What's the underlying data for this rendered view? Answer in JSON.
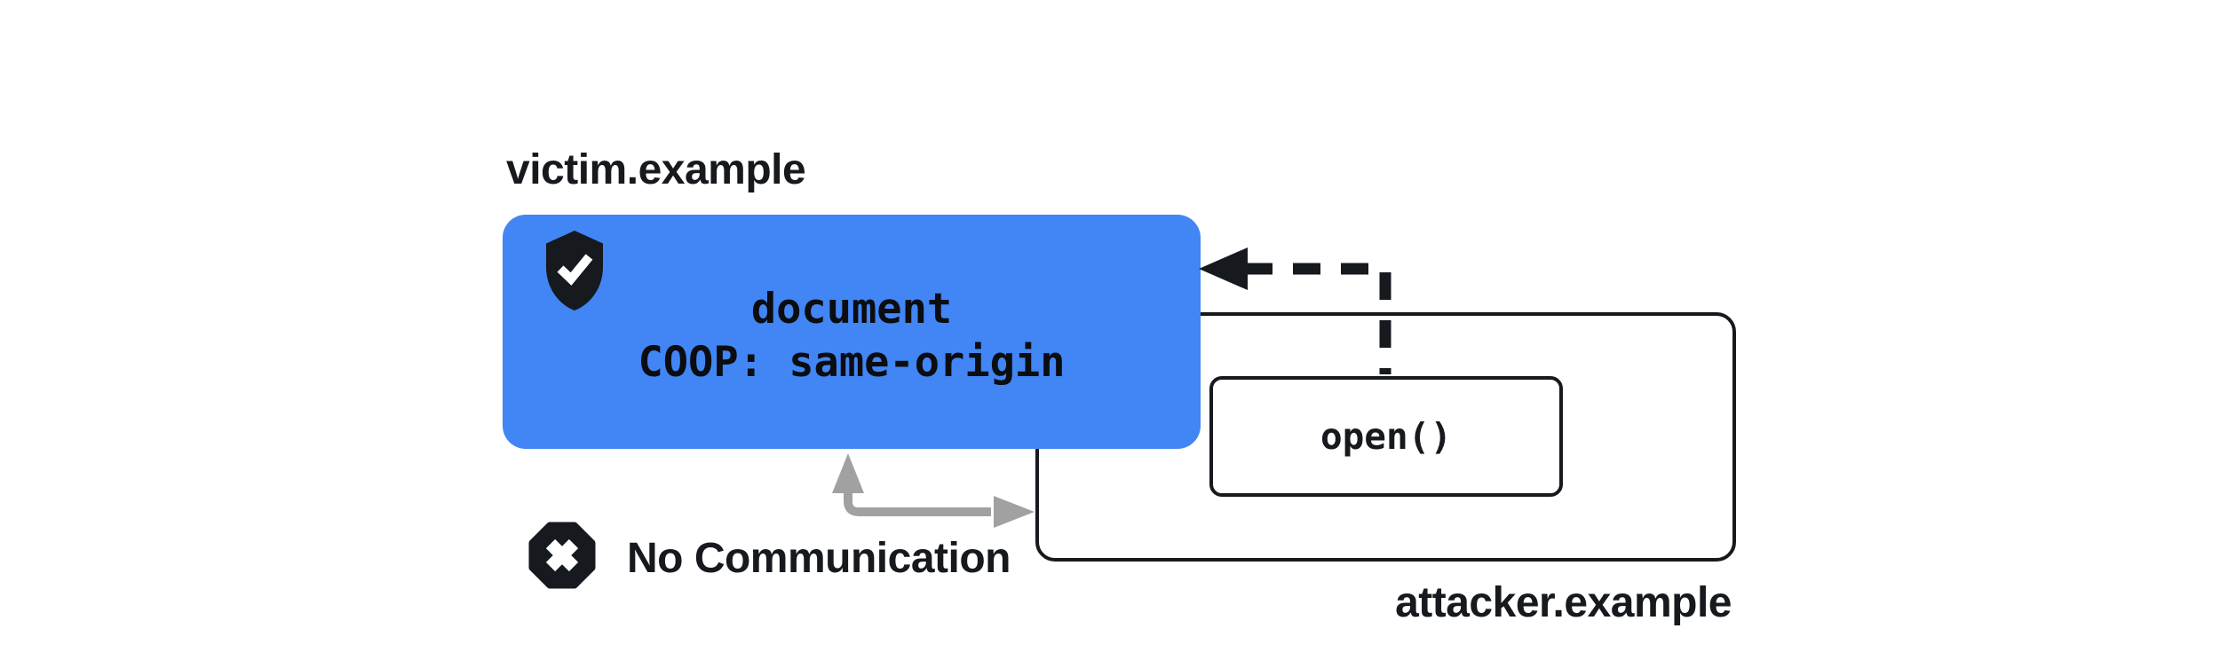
{
  "canvas": {
    "background": "#ffffff"
  },
  "palette": {
    "accent_blue": "#4285F4",
    "ink": "#16191E",
    "arrow_gray": "#A1A1A1",
    "check_white": "#ffffff",
    "canvas_bg": "#ffffff"
  },
  "victim": {
    "domain_label": "victim.example",
    "card_line1": "document",
    "card_line2": "COOP: same-origin",
    "icon": "shield-check-icon"
  },
  "attacker": {
    "domain_label": "attacker.example",
    "open_call_label": "open()"
  },
  "blocked": {
    "label": "No Communication",
    "icon": "blocked-x-icon"
  },
  "arrows": {
    "opener_dashed_arrow": "dashed-left-arrow",
    "no_communication_arrow": "gray-elbow-double-arrow"
  }
}
